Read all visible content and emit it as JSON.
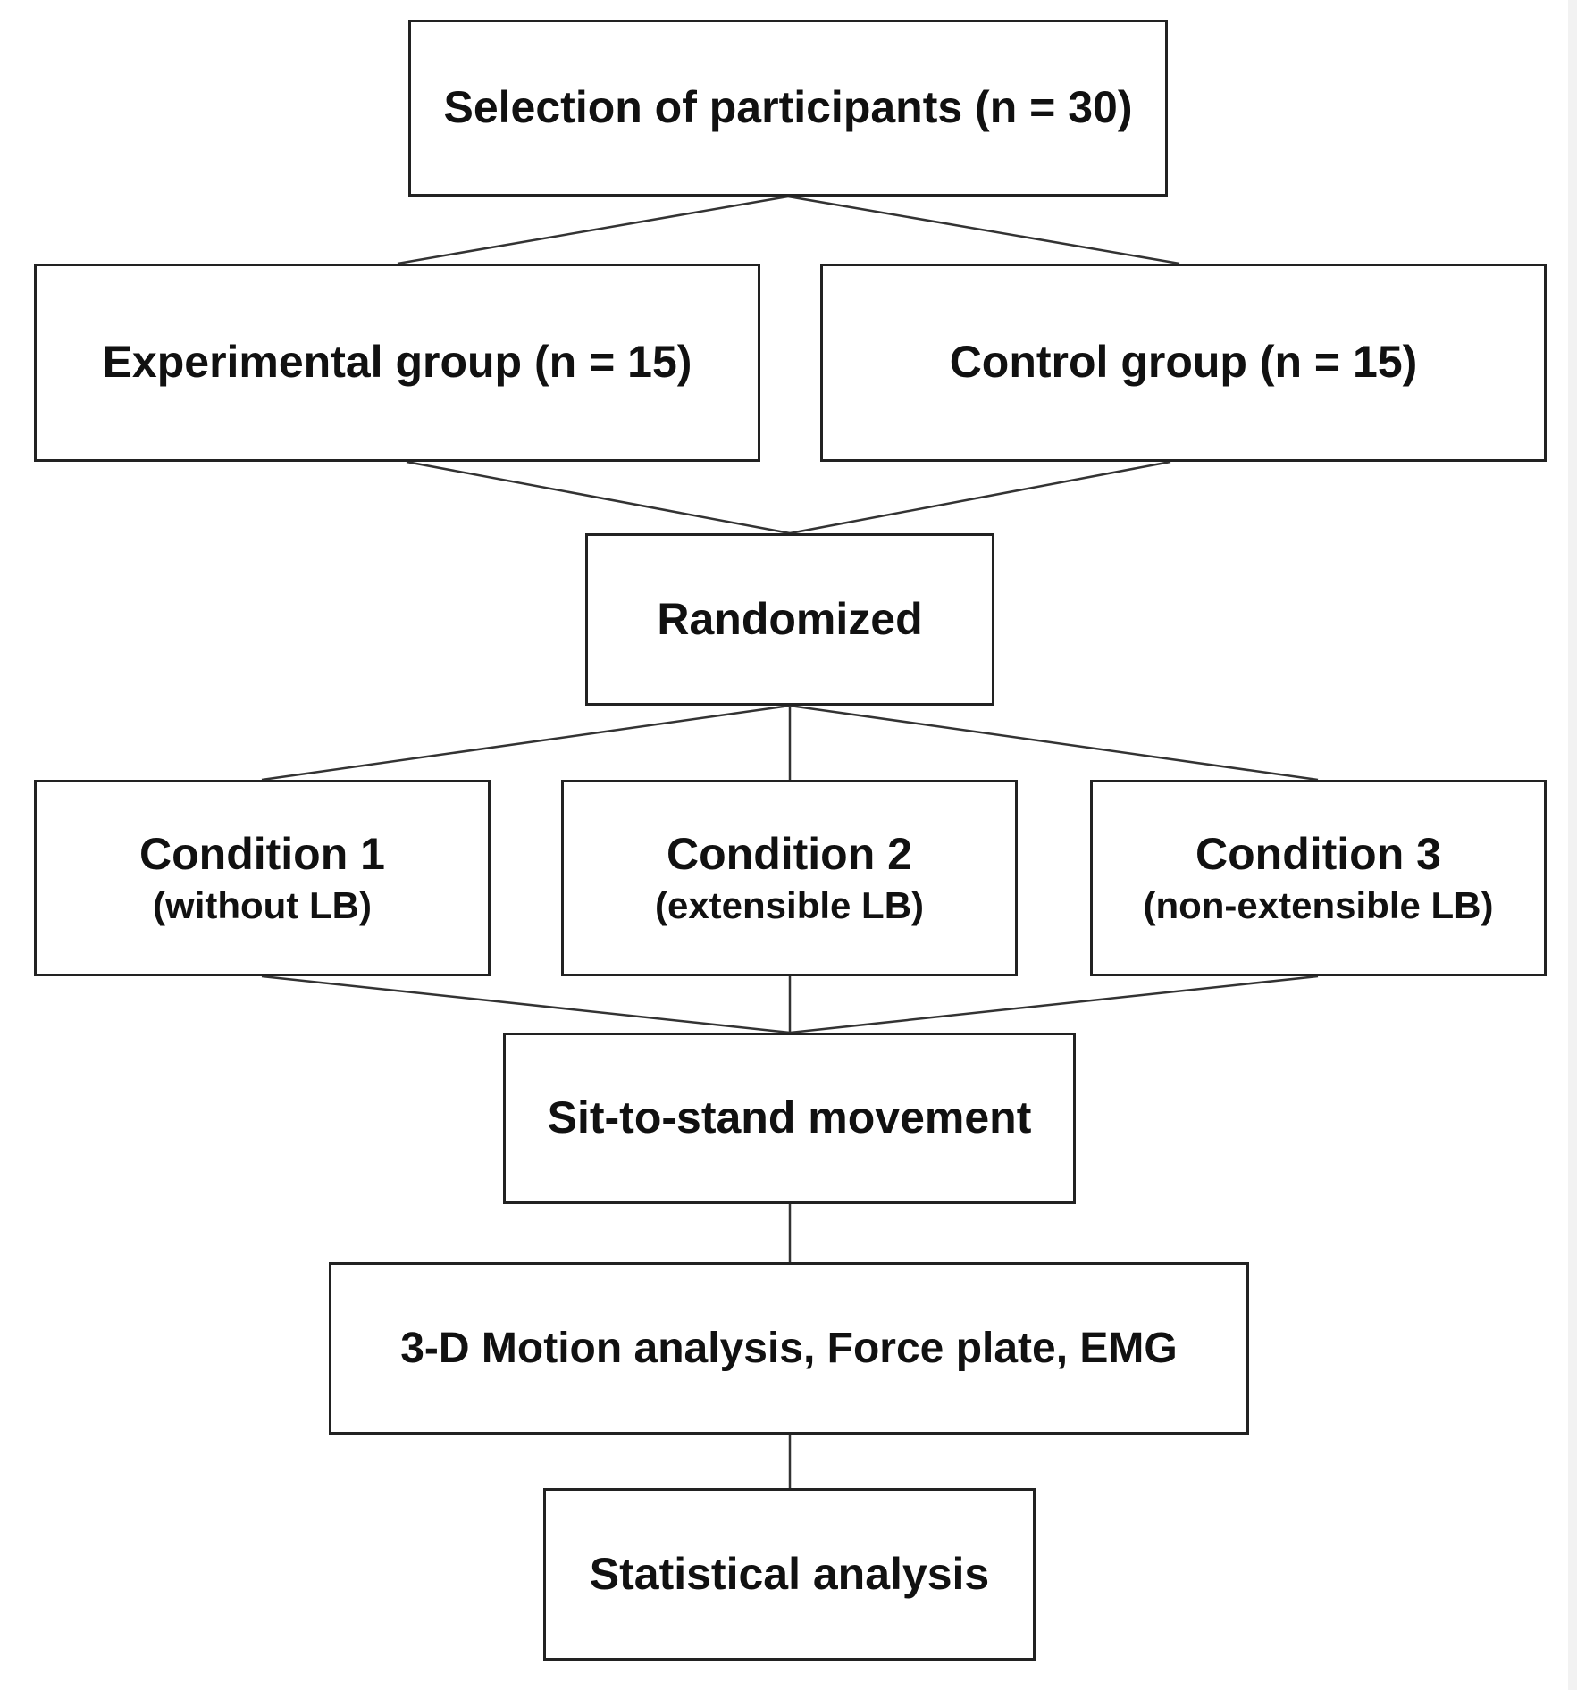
{
  "diagram": {
    "nodes": {
      "selection": {
        "label": "Selection of participants (n = 30)"
      },
      "experimental": {
        "label": "Experimental group (n = 15)"
      },
      "control": {
        "label": "Control group (n = 15)"
      },
      "randomized": {
        "label": "Randomized"
      },
      "condition1": {
        "label": "Condition 1",
        "sublabel": "(without LB)"
      },
      "condition2": {
        "label": "Condition 2",
        "sublabel": "(extensible LB)"
      },
      "condition3": {
        "label": "Condition 3",
        "sublabel": "(non-extensible LB)"
      },
      "sit_to_stand": {
        "label": "Sit-to-stand movement"
      },
      "measurement": {
        "label": "3-D Motion analysis, Force plate, EMG"
      },
      "statistics": {
        "label": "Statistical analysis"
      }
    },
    "edges": [
      {
        "from": "selection",
        "to": "experimental"
      },
      {
        "from": "selection",
        "to": "control"
      },
      {
        "from": "experimental",
        "to": "randomized"
      },
      {
        "from": "control",
        "to": "randomized"
      },
      {
        "from": "randomized",
        "to": "condition1"
      },
      {
        "from": "randomized",
        "to": "condition2"
      },
      {
        "from": "randomized",
        "to": "condition3"
      },
      {
        "from": "condition1",
        "to": "sit_to_stand"
      },
      {
        "from": "condition2",
        "to": "sit_to_stand"
      },
      {
        "from": "condition3",
        "to": "sit_to_stand"
      },
      {
        "from": "sit_to_stand",
        "to": "measurement"
      },
      {
        "from": "measurement",
        "to": "statistics"
      }
    ],
    "colors": {
      "line": "#333333",
      "border": "#222222",
      "text": "#111111",
      "background": "#ffffff"
    }
  }
}
